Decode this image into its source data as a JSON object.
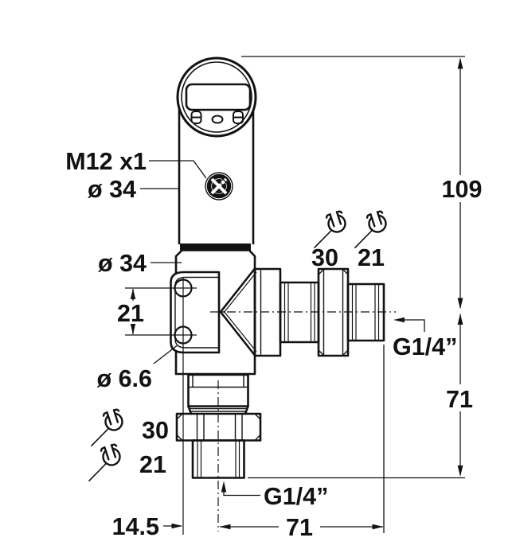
{
  "diagram": {
    "type": "dimensional-drawing",
    "subject": "pressure-sensor-with-display",
    "colors": {
      "line": "#121212",
      "background": "#ffffff"
    },
    "labels": {
      "connector_thread": "M12 x1",
      "head_diameter": "ø 34",
      "body_diameter": "ø 34",
      "hole_spacing": "21",
      "hole_diameter": "ø 6.6",
      "total_height": "109",
      "lower_height": "71",
      "side_thread": "G1/4”",
      "bottom_thread": "G1/4”",
      "bottom_width": "71",
      "hole_offset": "14.5",
      "wrench_top_large": "30",
      "wrench_top_small": "21",
      "wrench_left_large": "30",
      "wrench_left_small": "21"
    }
  }
}
